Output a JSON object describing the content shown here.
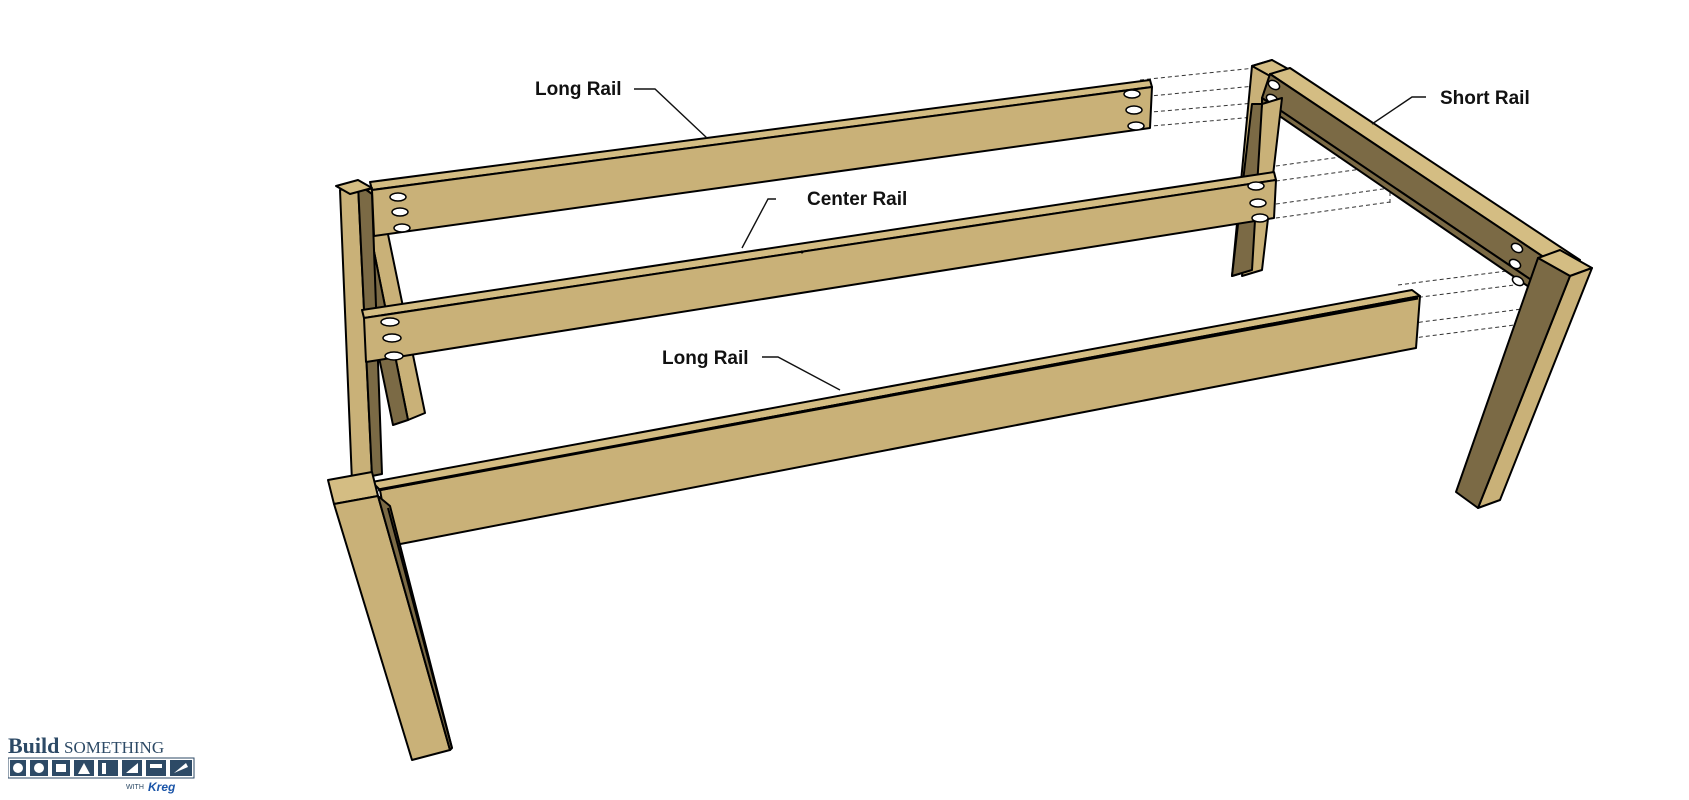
{
  "labels": {
    "long_rail_back": "Long Rail",
    "center_rail": "Center Rail",
    "long_rail_front": "Long Rail",
    "short_rail": "Short Rail"
  },
  "logo": {
    "build": "Build",
    "something": "SOMETHING",
    "with": "WITH",
    "brand": "Kreg"
  },
  "colors": {
    "wood_light": "#d4bd83",
    "wood_shadow": "#7b6a45",
    "logo_blue": "#2d4a66",
    "brand_blue": "#1b55a8"
  }
}
